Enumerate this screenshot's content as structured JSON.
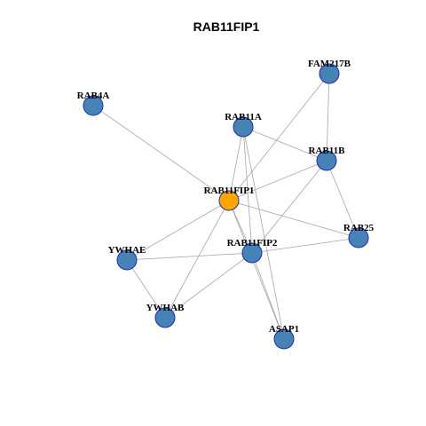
{
  "title": "RAB11FIP1",
  "colors": {
    "center_node": "#FFA500",
    "default_node": "#4682B4",
    "node_border": "#1C2FB5",
    "edge": "#A6A6A6"
  },
  "nodes": [
    {
      "id": "RAB11FIP1",
      "label": "RAB11FIP1",
      "center": true
    },
    {
      "id": "FAM217B",
      "label": "FAM217B",
      "center": false
    },
    {
      "id": "RAB4A",
      "label": "RAB4A",
      "center": false
    },
    {
      "id": "RAB11A",
      "label": "RAB11A",
      "center": false
    },
    {
      "id": "RAB11B",
      "label": "RAB11B",
      "center": false
    },
    {
      "id": "RAB25",
      "label": "RAB25",
      "center": false
    },
    {
      "id": "RAB11FIP2",
      "label": "RAB11FIP2",
      "center": false
    },
    {
      "id": "YWHAE",
      "label": "YWHAE",
      "center": false
    },
    {
      "id": "YWHAB",
      "label": "YWHAB",
      "center": false
    },
    {
      "id": "ASAP1",
      "label": "ASAP1",
      "center": false
    }
  ],
  "edges": [
    [
      "RAB11FIP1",
      "RAB4A"
    ],
    [
      "RAB11FIP1",
      "FAM217B"
    ],
    [
      "RAB11FIP1",
      "RAB11A"
    ],
    [
      "RAB11FIP1",
      "RAB11B"
    ],
    [
      "RAB11FIP1",
      "RAB25"
    ],
    [
      "RAB11FIP1",
      "RAB11FIP2"
    ],
    [
      "RAB11FIP1",
      "YWHAE"
    ],
    [
      "RAB11FIP1",
      "YWHAB"
    ],
    [
      "RAB11FIP1",
      "ASAP1"
    ],
    [
      "FAM217B",
      "RAB11B"
    ],
    [
      "RAB11A",
      "RAB11B"
    ],
    [
      "RAB11A",
      "RAB11FIP2"
    ],
    [
      "RAB11A",
      "ASAP1"
    ],
    [
      "RAB11B",
      "RAB25"
    ],
    [
      "RAB11B",
      "RAB11FIP2"
    ],
    [
      "RAB25",
      "RAB11FIP2"
    ],
    [
      "RAB11FIP2",
      "YWHAE"
    ],
    [
      "RAB11FIP2",
      "YWHAB"
    ],
    [
      "RAB11FIP2",
      "ASAP1"
    ],
    [
      "YWHAE",
      "YWHAB"
    ]
  ]
}
